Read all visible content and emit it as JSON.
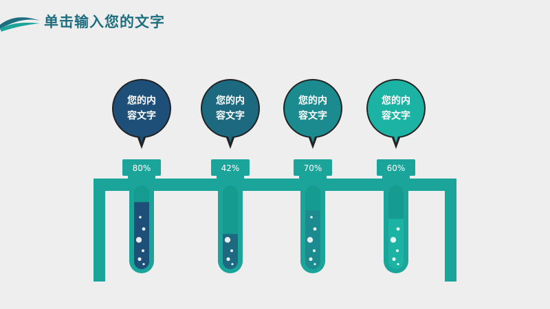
{
  "header": {
    "title": "单击输入您的文字"
  },
  "colors": {
    "background": "#eeeeee",
    "rack": "#1ba59a",
    "title": "#1d6f80",
    "water_fill": "#2d8d9a"
  },
  "tubes": [
    {
      "bubble_line1": "您的内",
      "bubble_line2": "容文字",
      "percent_label": "80%",
      "level": 0.8,
      "bubble_color": "#1d4f78",
      "liquid_color": "#1d4f78"
    },
    {
      "bubble_line1": "您的内",
      "bubble_line2": "容文字",
      "percent_label": "42%",
      "level": 0.42,
      "bubble_color": "#1d6a80",
      "liquid_color": "#1d6a80"
    },
    {
      "bubble_line1": "您的内",
      "bubble_line2": "容文字",
      "percent_label": "70%",
      "level": 0.7,
      "bubble_color": "#1b8b90",
      "liquid_color": "#1b8b90"
    },
    {
      "bubble_line1": "您的内",
      "bubble_line2": "容文字",
      "percent_label": "60%",
      "level": 0.6,
      "bubble_color": "#1cb3a5",
      "liquid_color": "#1cb3a5"
    }
  ]
}
